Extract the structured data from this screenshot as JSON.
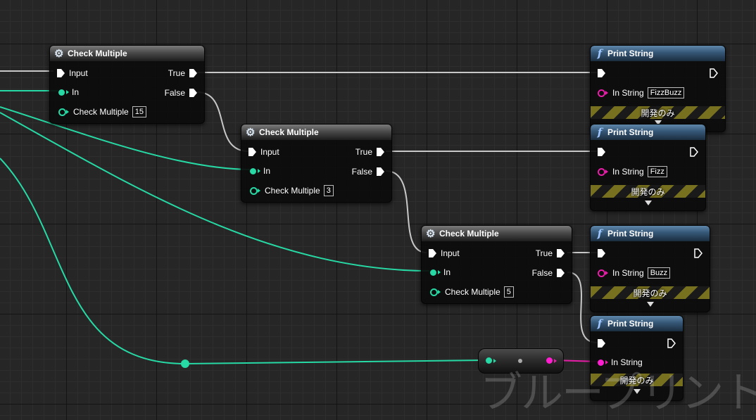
{
  "nodes": {
    "cm1": {
      "title": "Check Multiple",
      "input": "Input",
      "true": "True",
      "in": "In",
      "false": "False",
      "multiple_label": "Check Multiple",
      "multiple_value": "15"
    },
    "cm2": {
      "title": "Check Multiple",
      "input": "Input",
      "true": "True",
      "in": "In",
      "false": "False",
      "multiple_label": "Check Multiple",
      "multiple_value": "3"
    },
    "cm3": {
      "title": "Check Multiple",
      "input": "Input",
      "true": "True",
      "in": "In",
      "false": "False",
      "multiple_label": "Check Multiple",
      "multiple_value": "5"
    },
    "ps1": {
      "title": "Print String",
      "in_string": "In String",
      "value": "FizzBuzz",
      "dev": "開発のみ"
    },
    "ps2": {
      "title": "Print String",
      "in_string": "In String",
      "value": "Fizz",
      "dev": "開発のみ"
    },
    "ps3": {
      "title": "Print String",
      "in_string": "In String",
      "value": "Buzz",
      "dev": "開発のみ"
    },
    "ps4": {
      "title": "Print String",
      "in_string": "In String",
      "dev": "開発のみ"
    }
  },
  "watermark": "ブループリント",
  "colors": {
    "exec_wire": "#c8c8c8",
    "int_wire": "#27d9a4",
    "string_wire": "#e61ea8",
    "cm_header": "#5a5a5a",
    "ps_header": "#355676"
  },
  "icons": {
    "check_multiple": "gear-icon",
    "print_string": "function-icon"
  }
}
